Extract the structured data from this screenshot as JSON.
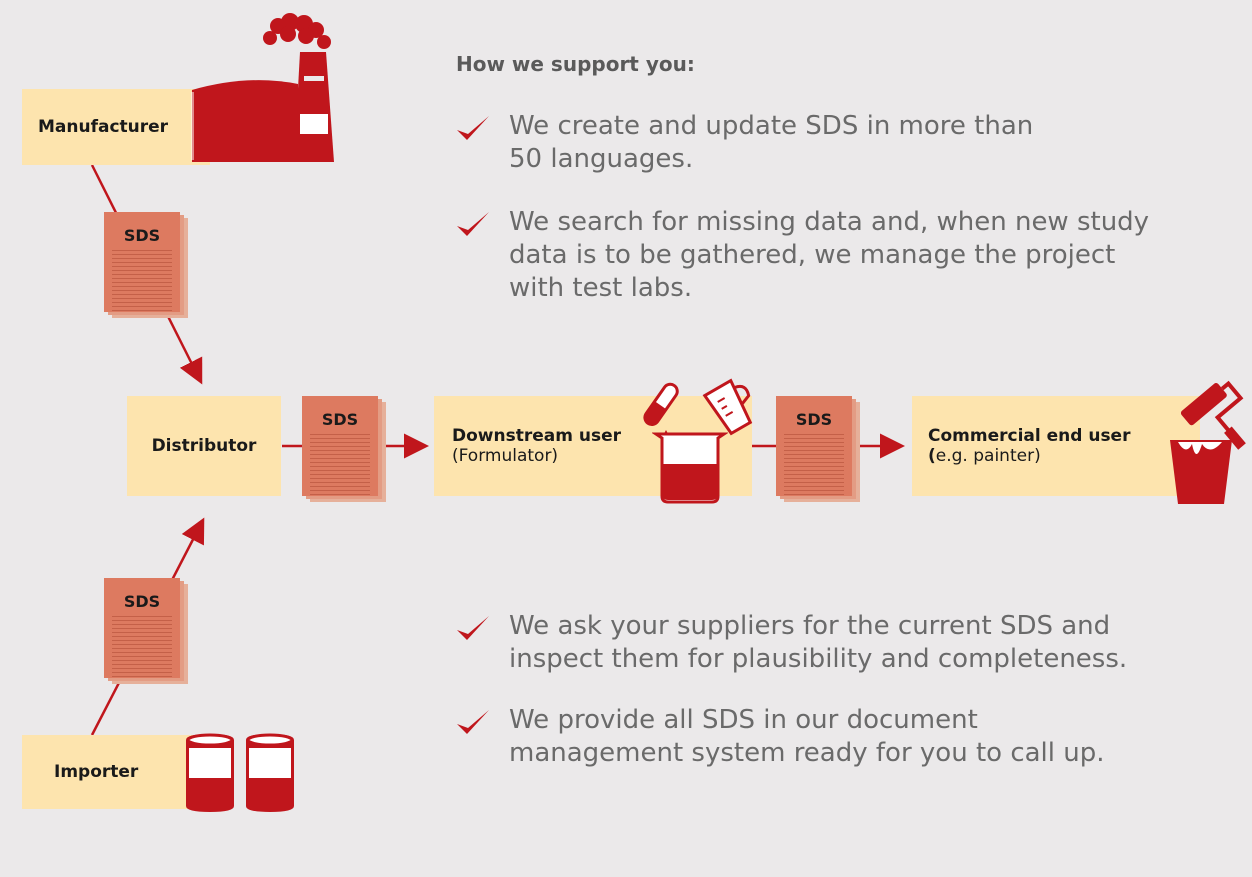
{
  "nodes": {
    "manufacturer": "Manufacturer",
    "distributor": "Distributor",
    "importer": "Importer",
    "downstream_title": "Downstream user",
    "downstream_sub": "(Formulator)",
    "enduser_title": "Commercial end user",
    "enduser_sub_prefix": "(",
    "enduser_sub": "e.g. painter)"
  },
  "sds_label": "SDS",
  "support": {
    "heading": "How we support you:",
    "bullets_top": [
      "We create and update SDS in more than\n50 languages.",
      "We search for missing data and, when new study\ndata is to be gathered, we manage the project\nwith test labs."
    ],
    "bullets_bottom": [
      "We ask your suppliers for the current SDS and\ninspect them for plausibility and completeness.",
      "We provide all SDS in our document\nmanagement system ready for you to call up."
    ]
  },
  "colors": {
    "accent": "#c0161c",
    "box": "#fde4ae",
    "sds": "#dd7a60",
    "background": "#ebe9ea",
    "text": "#6a6a6a"
  },
  "icons": [
    "factory-icon",
    "beaker-icon",
    "test-tube-icon",
    "measuring-jug-icon",
    "paint-roller-icon",
    "paint-bucket-icon",
    "barrels-icon",
    "check-icon"
  ]
}
